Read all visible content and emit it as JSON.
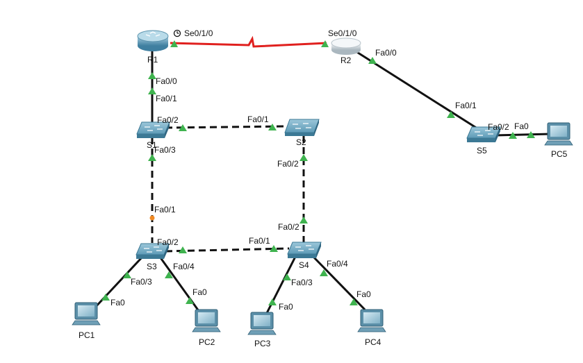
{
  "devices": {
    "R1": {
      "label": "R1",
      "icon": "router-icon"
    },
    "R2": {
      "label": "R2",
      "icon": "router-icon"
    },
    "S1": {
      "label": "S1",
      "icon": "switch-icon"
    },
    "S2": {
      "label": "S2",
      "icon": "switch-icon"
    },
    "S3": {
      "label": "S3",
      "icon": "switch-icon"
    },
    "S4": {
      "label": "S4",
      "icon": "switch-icon"
    },
    "S5": {
      "label": "S5",
      "icon": "switch-icon"
    },
    "PC1": {
      "label": "PC1",
      "icon": "pc-icon"
    },
    "PC2": {
      "label": "PC2",
      "icon": "pc-icon"
    },
    "PC3": {
      "label": "PC3",
      "icon": "pc-icon"
    },
    "PC4": {
      "label": "PC4",
      "icon": "pc-icon"
    },
    "PC5": {
      "label": "PC5",
      "icon": "pc-icon"
    }
  },
  "links": {
    "r1_r2": {
      "a": "Se0/1/0",
      "b": "Se0/1/0",
      "type": "serial"
    },
    "r1_s1": {
      "a": "Fa0/0",
      "b": "Fa0/1",
      "type": "ethernet"
    },
    "s1_s2": {
      "a": "Fa0/2",
      "b": "Fa0/1",
      "type": "dashed"
    },
    "s1_s3": {
      "a": "Fa0/3",
      "b": "Fa0/1",
      "type": "dashed"
    },
    "s2_s4": {
      "a": "Fa0/2",
      "b": "Fa0/2",
      "type": "dashed"
    },
    "s3_s4": {
      "a": "Fa0/2",
      "b": "Fa0/1",
      "type": "dashed"
    },
    "r2_s5": {
      "a": "Fa0/0",
      "b": "Fa0/1",
      "type": "ethernet"
    },
    "s5_pc5": {
      "a": "Fa0/2",
      "b": "Fa0",
      "type": "ethernet"
    },
    "s3_pc1": {
      "a": "Fa0/3",
      "b": "Fa0",
      "type": "ethernet"
    },
    "s3_pc2": {
      "a": "Fa0/4",
      "b": "Fa0",
      "type": "ethernet"
    },
    "s4_pc3": {
      "a": "Fa0/3",
      "b": "Fa0",
      "type": "ethernet"
    },
    "s4_pc4": {
      "a": "Fa0/4",
      "b": "Fa0",
      "type": "ethernet"
    }
  },
  "colors": {
    "serial": "#e0201e",
    "link": "#111111",
    "link_up": "#3fb34f",
    "link_blocking": "#f08a24",
    "device_blue": "#4d93b3"
  }
}
